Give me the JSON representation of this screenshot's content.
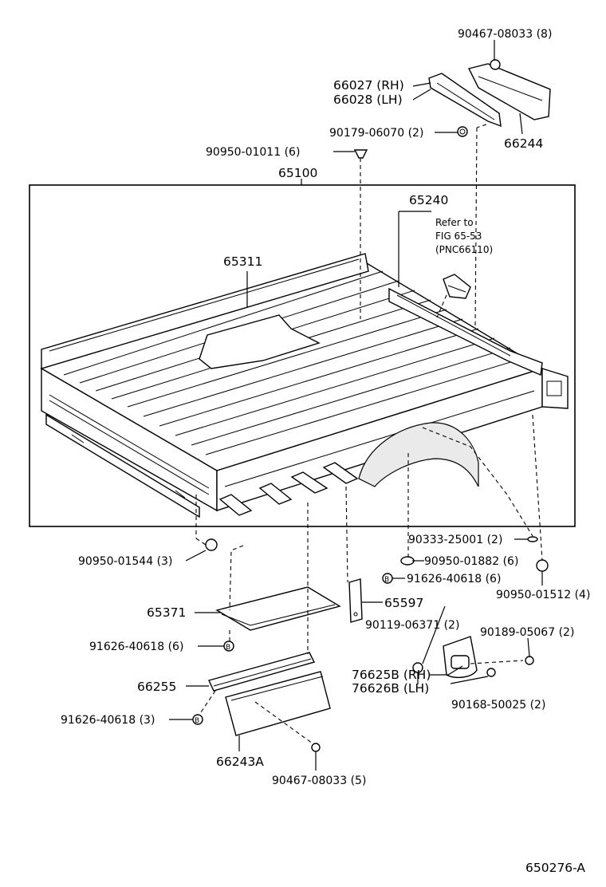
{
  "diagram": {
    "figure_id": "650276-A",
    "labels": {
      "p90467_top": "90467-08033 (8)",
      "p66027": "66027 (RH)",
      "p66028": "66028 (LH)",
      "p90179": "90179-06070 (2)",
      "p66244": "66244",
      "p90950_01011": "90950-01011 (6)",
      "p65100": "65100",
      "p65240": "65240",
      "refer1": "Refer to",
      "refer2": "FIG 65-53",
      "refer3": "(PNC66110)",
      "p65311": "65311",
      "p90333": "90333-25001 (2)",
      "p90950_01882": "90950-01882 (6)",
      "p90950_01544": "90950-01544 (3)",
      "p91626_a": "91626-40618 (6)",
      "p65597": "65597",
      "p90950_01512": "90950-01512 (4)",
      "p65371": "65371",
      "p90119": "90119-06371 (2)",
      "p90189": "90189-05067 (2)",
      "p91626_b": "91626-40618 (6)",
      "p66255": "66255",
      "p76625b": "76625B (RH)",
      "p76626b": "76626B (LH)",
      "p91626_c": "91626-40618 (3)",
      "p90168": "90168-50025 (2)",
      "p66243a": "66243A",
      "p90467_bot": "90467-08033 (5)"
    }
  }
}
